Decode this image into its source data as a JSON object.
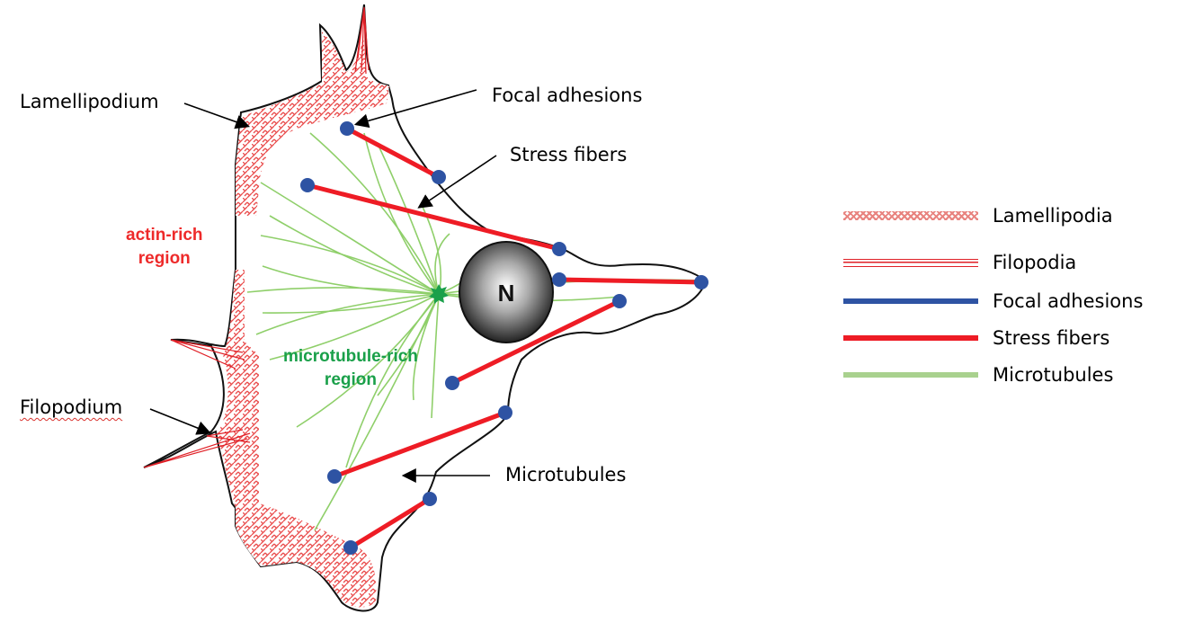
{
  "diagram": {
    "title": "Cell cytoskeleton schematic",
    "nucleus_label": "N",
    "region_labels": {
      "actin": [
        "actin-rich",
        "region"
      ],
      "microtubule": [
        "microtubule-rich",
        "region"
      ]
    },
    "callouts": {
      "lamellipodium": "Lamellipodium",
      "filopodium": "Filopodium",
      "focal_adhesions": "Focal adhesions",
      "stress_fibers": "Stress fibers",
      "microtubules": "Microtubules"
    },
    "legend": [
      {
        "key": "lamellipodia",
        "label": "Lamellipodia",
        "style": "hatched",
        "color": "#e8837f"
      },
      {
        "key": "filopodia",
        "label": "Filopodia",
        "style": "triple-line",
        "color": "#e02027"
      },
      {
        "key": "focal_adhesions",
        "label": "Focal adhesions",
        "style": "solid",
        "color": "#2e53a3"
      },
      {
        "key": "stress_fibers",
        "label": "Stress fibers",
        "style": "solid",
        "color": "#ee1c25"
      },
      {
        "key": "microtubules",
        "label": "Microtubules",
        "style": "solid",
        "color": "#a9d18e"
      }
    ],
    "colors": {
      "outline": "#111111",
      "lamellipodia": "#e94b4b",
      "stress_fiber": "#ee1c25",
      "focal_adhesion": "#2e53a3",
      "microtubule": "#8fcf6a",
      "centrosome": "#1aa04a",
      "actin_text": "#ee2a2a",
      "microtubule_text": "#1aa04a"
    }
  }
}
